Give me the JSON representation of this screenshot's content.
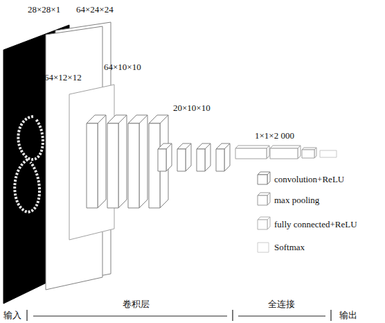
{
  "diagram": {
    "labels": [
      "28×28×1",
      "64×24×24",
      "64×12×12",
      "64×10×10",
      "20×10×10",
      "1×1×2 000",
      "输入",
      "卷积层",
      "全连接",
      "输出"
    ],
    "legend": [
      {
        "text": "convolution+ReLU"
      },
      {
        "text": "max pooling"
      },
      {
        "text": "fully connected+ReLU"
      },
      {
        "text": "Softmax"
      }
    ]
  }
}
